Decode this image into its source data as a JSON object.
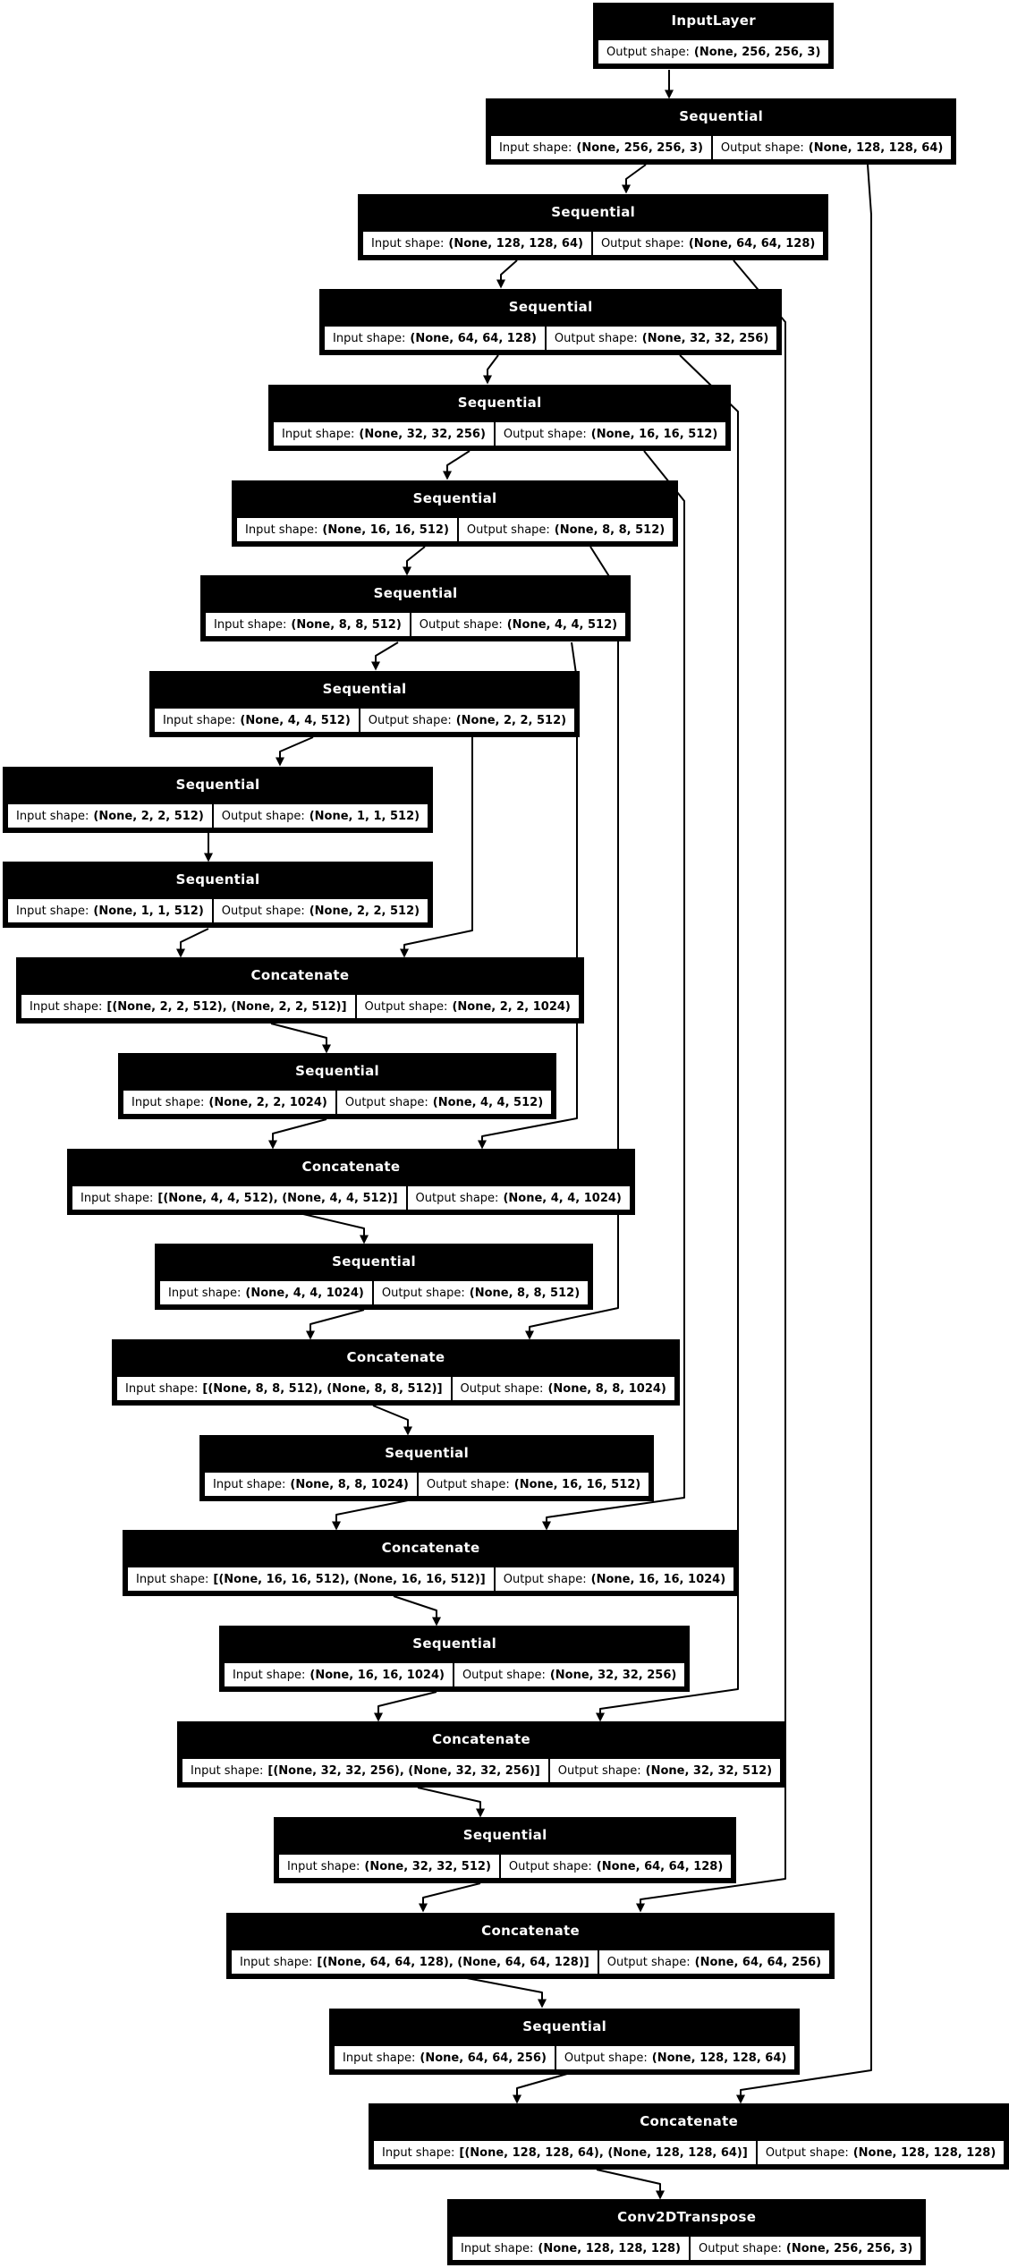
{
  "diagram": {
    "kind": "keras-model-graph",
    "shape_labels": {
      "input": "Input shape:",
      "output": "Output shape:"
    },
    "nodes": [
      {
        "title": "InputLayer",
        "input_value": null,
        "output_value": "(None, 256, 256, 3)"
      },
      {
        "title": "Sequential",
        "input_value": "(None, 256, 256, 3)",
        "output_value": "(None, 128, 128, 64)"
      },
      {
        "title": "Sequential",
        "input_value": "(None, 128, 128, 64)",
        "output_value": "(None, 64, 64, 128)"
      },
      {
        "title": "Sequential",
        "input_value": "(None, 64, 64, 128)",
        "output_value": "(None, 32, 32, 256)"
      },
      {
        "title": "Sequential",
        "input_value": "(None, 32, 32, 256)",
        "output_value": "(None, 16, 16, 512)"
      },
      {
        "title": "Sequential",
        "input_value": "(None, 16, 16, 512)",
        "output_value": "(None, 8, 8, 512)"
      },
      {
        "title": "Sequential",
        "input_value": "(None, 8, 8, 512)",
        "output_value": "(None, 4, 4, 512)"
      },
      {
        "title": "Sequential",
        "input_value": "(None, 4, 4, 512)",
        "output_value": "(None, 2, 2, 512)"
      },
      {
        "title": "Sequential",
        "input_value": "(None, 2, 2, 512)",
        "output_value": "(None, 1, 1, 512)"
      },
      {
        "title": "Sequential",
        "input_value": "(None, 1, 1, 512)",
        "output_value": "(None, 2, 2, 512)"
      },
      {
        "title": "Concatenate",
        "input_value": "[(None, 2, 2, 512), (None, 2, 2, 512)]",
        "output_value": "(None, 2, 2, 1024)"
      },
      {
        "title": "Sequential",
        "input_value": "(None, 2, 2, 1024)",
        "output_value": "(None, 4, 4, 512)"
      },
      {
        "title": "Concatenate",
        "input_value": "[(None, 4, 4, 512), (None, 4, 4, 512)]",
        "output_value": "(None, 4, 4, 1024)"
      },
      {
        "title": "Sequential",
        "input_value": "(None, 4, 4, 1024)",
        "output_value": "(None, 8, 8, 512)"
      },
      {
        "title": "Concatenate",
        "input_value": "[(None, 8, 8, 512), (None, 8, 8, 512)]",
        "output_value": "(None, 8, 8, 1024)"
      },
      {
        "title": "Sequential",
        "input_value": "(None, 8, 8, 1024)",
        "output_value": "(None, 16, 16, 512)"
      },
      {
        "title": "Concatenate",
        "input_value": "[(None, 16, 16, 512), (None, 16, 16, 512)]",
        "output_value": "(None, 16, 16, 1024)"
      },
      {
        "title": "Sequential",
        "input_value": "(None, 16, 16, 1024)",
        "output_value": "(None, 32, 32, 256)"
      },
      {
        "title": "Concatenate",
        "input_value": "[(None, 32, 32, 256), (None, 32, 32, 256)]",
        "output_value": "(None, 32, 32, 512)"
      },
      {
        "title": "Sequential",
        "input_value": "(None, 32, 32, 512)",
        "output_value": "(None, 64, 64, 128)"
      },
      {
        "title": "Concatenate",
        "input_value": "[(None, 64, 64, 128), (None, 64, 64, 128)]",
        "output_value": "(None, 64, 64, 256)"
      },
      {
        "title": "Sequential",
        "input_value": "(None, 64, 64, 256)",
        "output_value": "(None, 128, 128, 64)"
      },
      {
        "title": "Concatenate",
        "input_value": "[(None, 128, 128, 64), (None, 128, 128, 64)]",
        "output_value": "(None, 128, 128, 128)"
      },
      {
        "title": "Conv2DTranspose",
        "input_value": "(None, 128, 128, 128)",
        "output_value": "(None, 256, 256, 3)"
      }
    ],
    "edges": {
      "main_chain": [
        [
          0,
          1
        ],
        [
          1,
          2
        ],
        [
          2,
          3
        ],
        [
          3,
          4
        ],
        [
          4,
          5
        ],
        [
          5,
          6
        ],
        [
          6,
          7
        ],
        [
          7,
          8
        ],
        [
          8,
          9
        ],
        [
          9,
          10
        ],
        [
          10,
          11
        ],
        [
          11,
          12
        ],
        [
          12,
          13
        ],
        [
          13,
          14
        ],
        [
          14,
          15
        ],
        [
          15,
          16
        ],
        [
          16,
          17
        ],
        [
          17,
          18
        ],
        [
          18,
          19
        ],
        [
          19,
          20
        ],
        [
          20,
          21
        ],
        [
          21,
          22
        ],
        [
          22,
          23
        ]
      ],
      "skip_connections": [
        [
          7,
          10
        ],
        [
          6,
          12
        ],
        [
          5,
          14
        ],
        [
          4,
          16
        ],
        [
          3,
          18
        ],
        [
          2,
          20
        ],
        [
          1,
          22
        ]
      ]
    },
    "colors": {
      "node_fill": "#000000",
      "node_text": "#ffffff",
      "cell_fill": "#ffffff",
      "cell_text": "#000000",
      "edge": "#000000"
    }
  }
}
